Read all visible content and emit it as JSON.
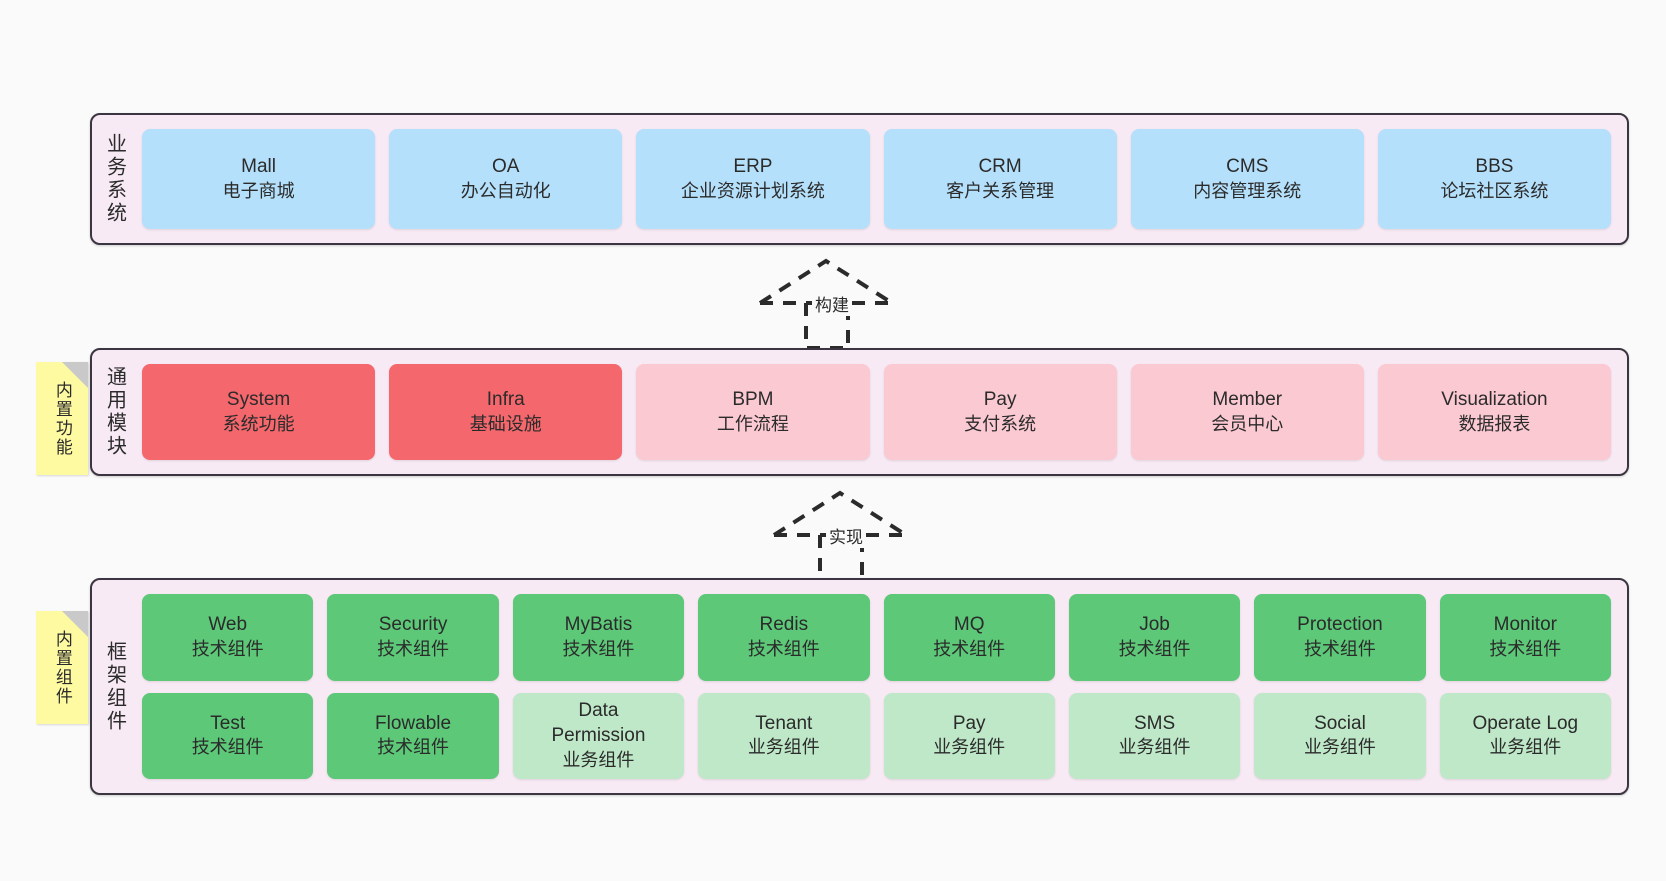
{
  "diagram": {
    "background": "#fafafa",
    "layer_fill": "#f8eaf4",
    "layer_border": "#3a3540",
    "colors": {
      "business": "#b5e0fb",
      "module_core": "#f4676c",
      "module_optional": "#fbc9d2",
      "tech_component": "#5cc878",
      "biz_component": "#bfe8c8",
      "sticky": "#fdfaa2",
      "sticky_fold": "#c9c9c9"
    }
  },
  "layers": [
    {
      "id": "business",
      "title": "业务系统",
      "cards": [
        {
          "name": "Mall",
          "desc": "电子商城"
        },
        {
          "name": "OA",
          "desc": "办公自动化"
        },
        {
          "name": "ERP",
          "desc": "企业资源计划系统"
        },
        {
          "name": "CRM",
          "desc": "客户关系管理"
        },
        {
          "name": "CMS",
          "desc": "内容管理系统"
        },
        {
          "name": "BBS",
          "desc": "论坛社区系统"
        }
      ]
    },
    {
      "id": "module",
      "title": "通用模块",
      "sticky": "内置功能",
      "cards": [
        {
          "name": "System",
          "desc": "系统功能",
          "variant": "core"
        },
        {
          "name": "Infra",
          "desc": "基础设施",
          "variant": "core"
        },
        {
          "name": "BPM",
          "desc": "工作流程",
          "variant": "optional"
        },
        {
          "name": "Pay",
          "desc": "支付系统",
          "variant": "optional"
        },
        {
          "name": "Member",
          "desc": "会员中心",
          "variant": "optional"
        },
        {
          "name": "Visualization",
          "desc": "数据报表",
          "variant": "optional"
        }
      ]
    },
    {
      "id": "framework",
      "title": "框架组件",
      "sticky": "内置组件",
      "rows": [
        [
          {
            "name": "Web",
            "desc": "技术组件"
          },
          {
            "name": "Security",
            "desc": "技术组件"
          },
          {
            "name": "MyBatis",
            "desc": "技术组件"
          },
          {
            "name": "Redis",
            "desc": "技术组件"
          },
          {
            "name": "MQ",
            "desc": "技术组件"
          },
          {
            "name": "Job",
            "desc": "技术组件"
          },
          {
            "name": "Protection",
            "desc": "技术组件"
          },
          {
            "name": "Monitor",
            "desc": "技术组件"
          }
        ],
        [
          {
            "name": "Test",
            "desc": "技术组件",
            "variant": "tech"
          },
          {
            "name": "Flowable",
            "desc": "技术组件",
            "variant": "tech"
          },
          {
            "name": "Data Permission",
            "desc": "业务组件",
            "variant": "biz"
          },
          {
            "name": "Tenant",
            "desc": "业务组件",
            "variant": "biz"
          },
          {
            "name": "Pay",
            "desc": "业务组件",
            "variant": "biz"
          },
          {
            "name": "SMS",
            "desc": "业务组件",
            "variant": "biz"
          },
          {
            "name": "Social",
            "desc": "业务组件",
            "variant": "biz"
          },
          {
            "name": "Operate Log",
            "desc": "业务组件",
            "variant": "biz"
          }
        ]
      ]
    }
  ],
  "connectors": [
    {
      "id": "build",
      "label": "构建"
    },
    {
      "id": "implement",
      "label": "实现"
    }
  ]
}
